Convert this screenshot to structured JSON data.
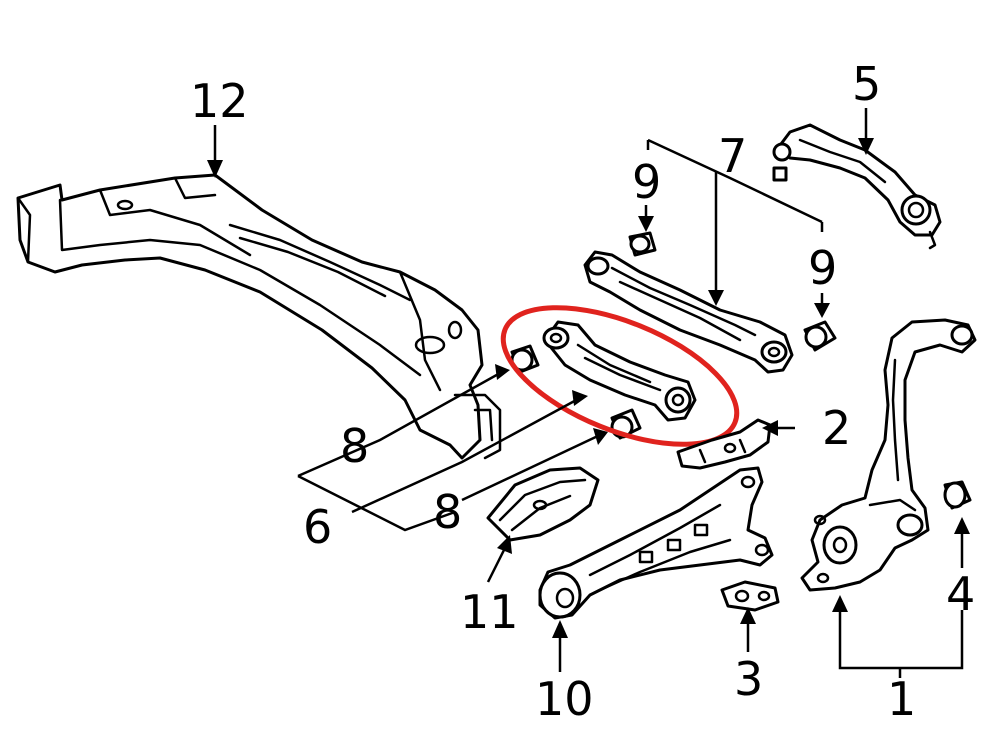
{
  "diagram": {
    "callouts": {
      "c1": "1",
      "c2": "2",
      "c3": "3",
      "c4": "4",
      "c5": "5",
      "c6": "6",
      "c7": "7",
      "c8a": "8",
      "c8b": "8",
      "c9a": "9",
      "c9b": "9",
      "c10": "10",
      "c11": "11",
      "c12": "12"
    },
    "highlight_color": "#e0231e"
  }
}
